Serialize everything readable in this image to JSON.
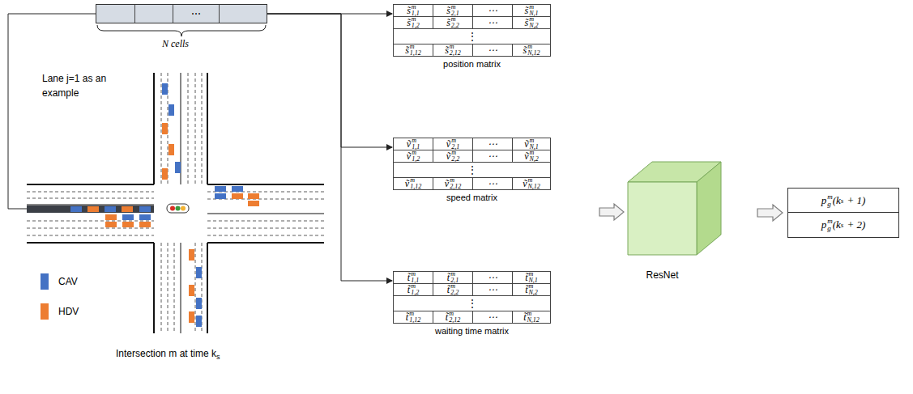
{
  "diagram": {
    "nodes": [
      {
        "text": [
          "⋯"
        ]
      },
      {
        "text": [
          "s̃",
          "m",
          "1,1",
          "s̃",
          "m",
          "2,1",
          "⋯",
          "s̃",
          "m",
          "N,1",
          "s̃",
          "m",
          "1,2",
          "s̃",
          "m",
          "2,2",
          "⋯",
          "s̃",
          "m",
          "N,2",
          "⋮",
          "s̃",
          "m",
          "1,12",
          "s̃",
          "m",
          "2,12",
          "⋯",
          "s̃",
          "m",
          "N,12",
          "position matrix"
        ]
      },
      {
        "text": [
          "ṽ",
          "m",
          "1,1",
          "ṽ",
          "m",
          "2,1",
          "⋯",
          "ṽ",
          "m",
          "N,1",
          "ṽ",
          "m",
          "1,2",
          "ṽ",
          "m",
          "2,2",
          "⋯",
          "ṽ",
          "m",
          "N,2",
          "⋮",
          "ṽ",
          "m",
          "1,12",
          "ṽ",
          "m",
          "2,12",
          "⋯",
          "ṽ",
          "m",
          "N,12",
          "speed matrix"
        ]
      },
      {
        "text": [
          "t̃",
          "m",
          "1,1",
          "t̃",
          "m",
          "2,1",
          "⋯",
          "t̃",
          "m",
          "N,1",
          "t̃",
          "m",
          "1,2",
          "t̃",
          "m",
          "2,2",
          "⋯",
          "t̃",
          "m",
          "N,2",
          "⋮",
          "t̃",
          "m",
          "1,12",
          "t̃",
          "m",
          "2,12",
          "⋯",
          "t̃",
          "m",
          "N,12",
          "waiting time matrix"
        ]
      },
      {
        "text": [
          "ResNet"
        ]
      },
      {
        "text": [
          "p",
          "m",
          "g",
          "(k",
          "s",
          "+ 1)",
          "p",
          "m",
          "g",
          "(k",
          "s",
          "+ 2)"
        ]
      }
    ],
    "edges": [
      {
        "from": 0,
        "to": 1,
        "arrow": "to"
      },
      {
        "from": 0,
        "to": 2,
        "arrow": "to"
      },
      {
        "from": 0,
        "to": 3,
        "arrow": "to"
      },
      {
        "from": 2,
        "to": 4,
        "arrow": "to"
      },
      {
        "from": 4,
        "to": 5,
        "arrow": "to"
      }
    ],
    "labels": [
      "N cells",
      "Lane j=1 as an example",
      "Intersection m at time k",
      "s"
    ],
    "legend": [
      {
        "text": "CAV",
        "color": "#4472C4"
      },
      {
        "text": "HDV",
        "color": "#ED7D31"
      }
    ]
  }
}
